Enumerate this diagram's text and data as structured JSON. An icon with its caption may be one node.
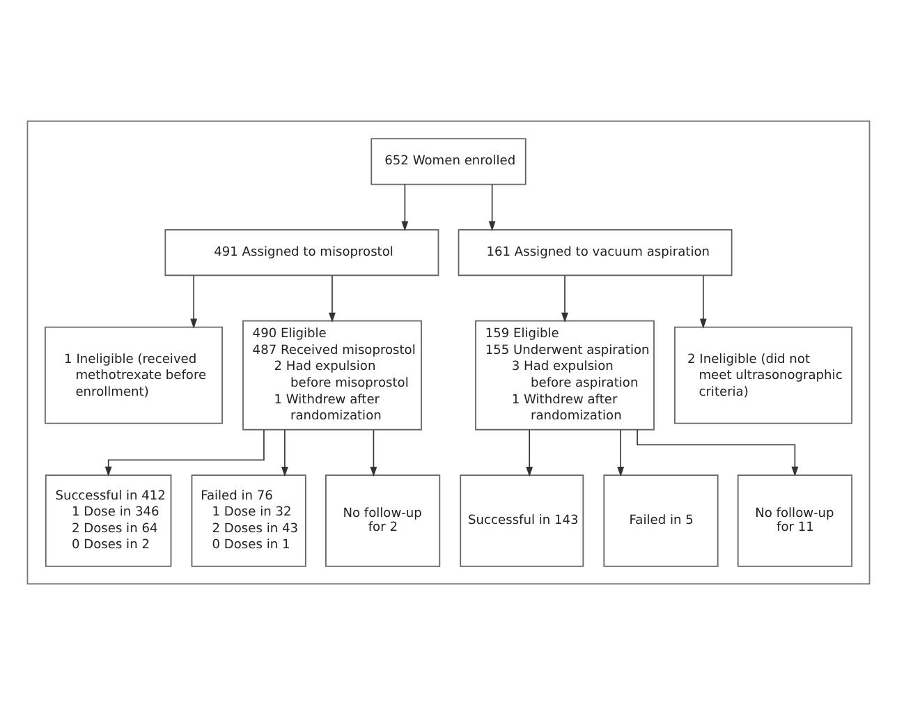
{
  "diagram": {
    "nodes": [
      {
        "text": [],
        "shape": "box"
      },
      {
        "text": [
          "652 Women enrolled"
        ],
        "in": 0
      },
      {
        "text": [
          "491 Assigned to misoprostol"
        ],
        "in": 0
      },
      {
        "text": [
          "161 Assigned to vacuum aspiration"
        ],
        "in": 0
      },
      {
        "text": [
          "1 Ineligible (received methotrexate before enrollment)"
        ],
        "in": 0
      },
      {
        "text": [
          "490 Eligible",
          "487 Received misoprostol",
          "2 Had expulsion before misoprostol",
          "1 Withdrew after randomization"
        ],
        "in": 0
      },
      {
        "text": [
          "159 Eligible",
          "155 Underwent aspiration",
          "3 Had expulsion before aspiration",
          "1 Withdrew after randomization"
        ],
        "in": 0
      },
      {
        "text": [
          "2 Ineligible (did not meet ultrasonographic criteria)"
        ],
        "in": 0
      },
      {
        "text": [
          "Successful in 412",
          "1 Dose in 346",
          "2 Doses in 64",
          "0 Doses in 2"
        ],
        "in": 0
      },
      {
        "text": [
          "Failed in 76",
          "1 Dose in 32",
          "2 Doses in 43",
          "0 Doses in 1"
        ],
        "in": 0
      },
      {
        "text": [
          "No follow-up for 2"
        ],
        "in": 0
      },
      {
        "text": [
          "Successful in 143"
        ],
        "in": 0
      },
      {
        "text": [
          "Failed in 5"
        ],
        "in": 0
      },
      {
        "text": [
          "No follow-up for 11"
        ],
        "in": 0
      }
    ],
    "edges": [
      {
        "from": 1,
        "to": 2,
        "arrow": "to"
      },
      {
        "from": 1,
        "to": 3,
        "arrow": "to"
      },
      {
        "from": 2,
        "to": 4,
        "arrow": "to"
      },
      {
        "from": 2,
        "to": 5,
        "arrow": "to"
      },
      {
        "from": 3,
        "to": 6,
        "arrow": "to"
      },
      {
        "from": 3,
        "to": 7,
        "arrow": "to"
      },
      {
        "from": 5,
        "to": 8,
        "arrow": "to"
      },
      {
        "from": 5,
        "to": 9,
        "arrow": "to"
      },
      {
        "from": 5,
        "to": 10,
        "arrow": "to"
      },
      {
        "from": 6,
        "to": 11,
        "arrow": "to"
      },
      {
        "from": 6,
        "to": 12,
        "arrow": "to"
      },
      {
        "from": 6,
        "to": 13,
        "arrow": "to"
      }
    ]
  }
}
